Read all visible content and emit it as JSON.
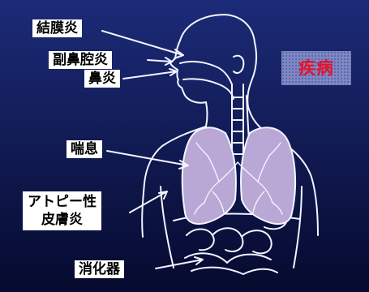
{
  "colors": {
    "background_top": "#1c2b78",
    "background_bottom": "#060a2e",
    "outline": "#f2f4ff",
    "lung_fill": "#b9a7d6",
    "badge_fill": "#7e89c4",
    "badge_text": "#e8102a",
    "label_fill": "#ffffff",
    "label_text": "#000000"
  },
  "labels": {
    "conjunctivitis": "結膜炎",
    "sinusitis": "副鼻腔炎",
    "rhinitis": "鼻炎",
    "asthma": "喘息",
    "atopic_dermatitis_line1": "アトピー性",
    "atopic_dermatitis_line2": "皮膚炎",
    "digestive": "消化器"
  },
  "badge": {
    "text": "疾病"
  }
}
